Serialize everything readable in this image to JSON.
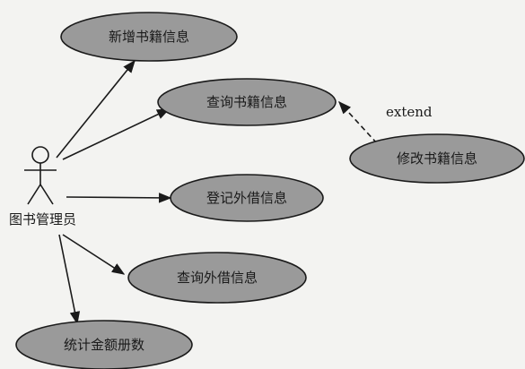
{
  "actor": {
    "name": "图书管理员"
  },
  "use_cases": {
    "add_book": "新增书籍信息",
    "query_book": "查询书籍信息",
    "modify_book": "修改书籍信息",
    "register_loan": "登记外借信息",
    "query_loan": "查询外借信息",
    "stat_amount": "统计金额册数"
  },
  "relations": {
    "extend_label": "extend"
  },
  "colors": {
    "ellipse_fill": "#9a9a9a",
    "line": "#1a1a1a",
    "background": "#f3f3f1"
  }
}
